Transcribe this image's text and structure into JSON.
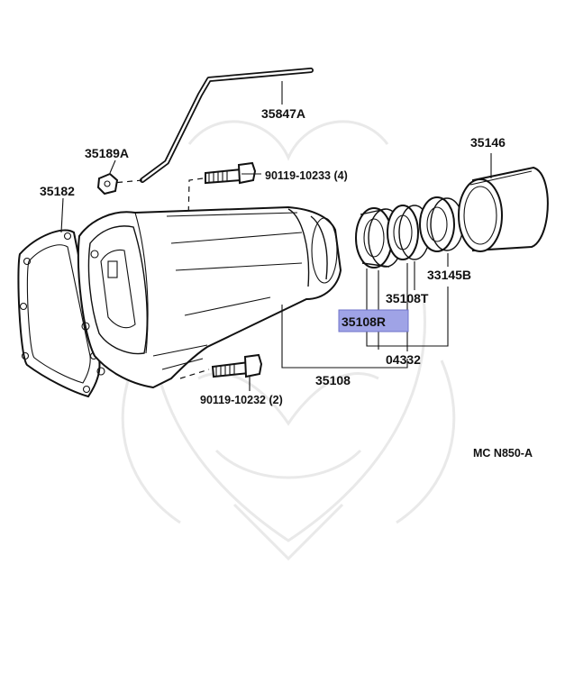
{
  "labels": {
    "p35847A": "35847A",
    "p35189A": "35189A",
    "p90119_10233": "90119-10233 (4)",
    "p35182": "35182",
    "p35146": "35146",
    "p33145B": "33145B",
    "p35108T": "35108T",
    "p35108R": "35108R",
    "p04332": "04332",
    "p35108": "35108",
    "p90119_10232": "90119-10232 (2)",
    "ref": "MC N850-A"
  },
  "highlight_color": "#9fa3e6"
}
